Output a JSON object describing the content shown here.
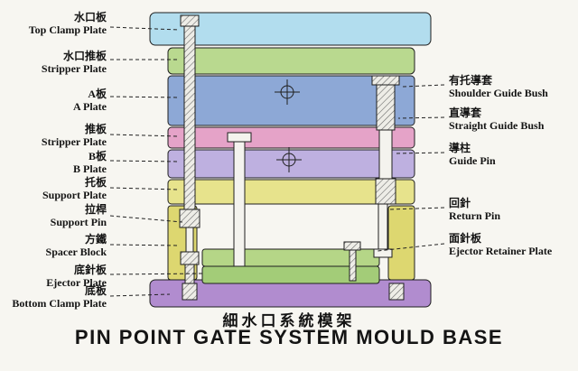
{
  "diagram_title": {
    "zh": "細水口系統模架",
    "en": "PIN POINT GATE SYSTEM MOULD BASE"
  },
  "left_labels": [
    {
      "zh": "水口板",
      "en": "Top Clamp Plate"
    },
    {
      "zh": "水口推板",
      "en": "Stripper Plate"
    },
    {
      "zh": "A板",
      "en": "A Plate"
    },
    {
      "zh": "推板",
      "en": "Stripper Plate"
    },
    {
      "zh": "B板",
      "en": "B Plate"
    },
    {
      "zh": "托板",
      "en": "Support Plate"
    },
    {
      "zh": "拉桿",
      "en": "Support Pin"
    },
    {
      "zh": "方鐵",
      "en": "Spacer Block"
    },
    {
      "zh": "底針板",
      "en": "Ejector Plate"
    },
    {
      "zh": "底板",
      "en": "Bottom Clamp Plate"
    }
  ],
  "right_labels": [
    {
      "zh": "有托導套",
      "en": "Shoulder Guide Bush"
    },
    {
      "zh": "直導套",
      "en": "Straight Guide Bush"
    },
    {
      "zh": "導柱",
      "en": "Guide Pin"
    },
    {
      "zh": "回針",
      "en": "Return Pin"
    },
    {
      "zh": "面針板",
      "en": "Ejector Retainer Plate"
    }
  ],
  "colors": {
    "background": "#f7f6f1",
    "outline": "#1f1f1f",
    "top_clamp_plate": "#b2ddee",
    "stripper_plate_green": "#b9d98f",
    "a_plate": "#8da8d6",
    "stripper_plate_pink": "#e5a3c8",
    "b_plate": "#beb0e0",
    "support_plate": "#e7e38c",
    "spacer_block": "#ddd770",
    "ejector_retainer_plate": "#b5d687",
    "ejector_plate": "#a3cc78",
    "bottom_clamp_plate": "#b18ccf",
    "pin_fill": "#f4f3ee"
  }
}
